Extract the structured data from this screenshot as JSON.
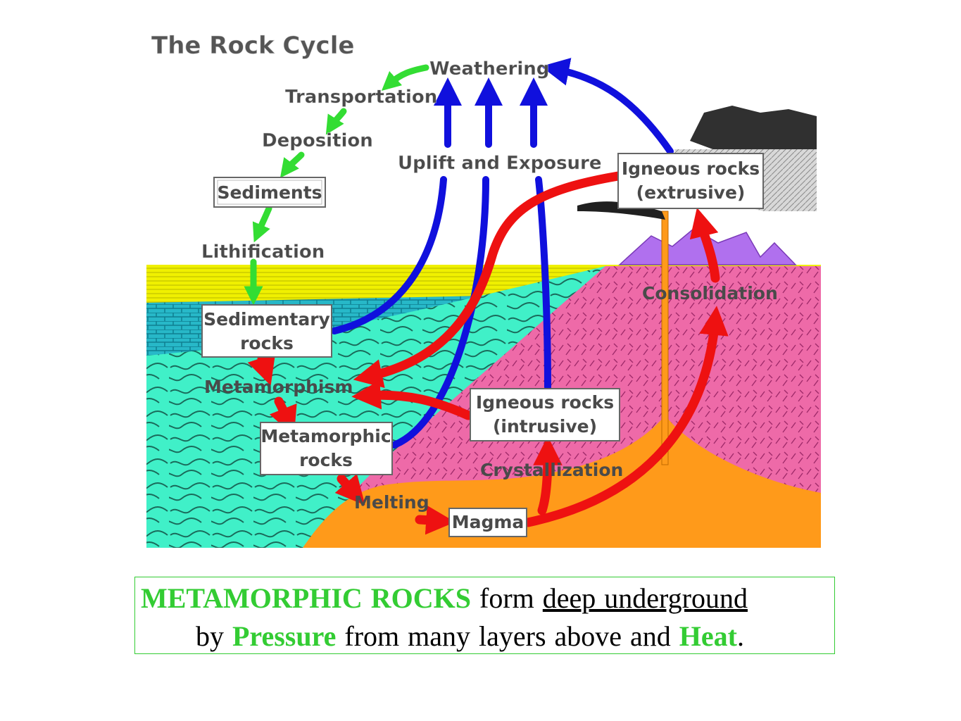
{
  "diagram": {
    "title": "The Rock Cycle",
    "labels": {
      "weathering": "Weathering",
      "transportation": "Transportation",
      "deposition": "Deposition",
      "lithification": "Lithification",
      "uplift": "Uplift and Exposure",
      "metamorphism": "Metamorphism",
      "melting": "Melting",
      "crystallization": "Crystallization",
      "consolidation": "Consolidation"
    },
    "boxes": {
      "sediments": "Sediments",
      "sedimentary_1": "Sedimentary",
      "sedimentary_2": "rocks",
      "metamorphic_1": "Metamorphic",
      "metamorphic_2": "rocks",
      "igneous_intrusive_1": "Igneous rocks",
      "igneous_intrusive_2": "(intrusive)",
      "igneous_extrusive_1": "Igneous rocks",
      "igneous_extrusive_2": "(extrusive)",
      "magma": "Magma"
    },
    "colors": {
      "sediment_path": "#33dd33",
      "uplift_path": "#1010dd",
      "heat_path": "#ee1111",
      "sediment_layer": "#f0f000",
      "metamorphic_zone": "#40f0c8",
      "igneous_zone": "#ee6aa8",
      "magma": "#ff9a1a",
      "volcano_peaks": "#b070ee"
    }
  },
  "caption": {
    "part1": "METAMORPHIC ROCKS",
    "part2": " form ",
    "part3": "deep underground",
    "part4": "by ",
    "part5": "Pressure",
    "part6": " from many layers above and ",
    "part7": "Heat",
    "part8": "."
  }
}
